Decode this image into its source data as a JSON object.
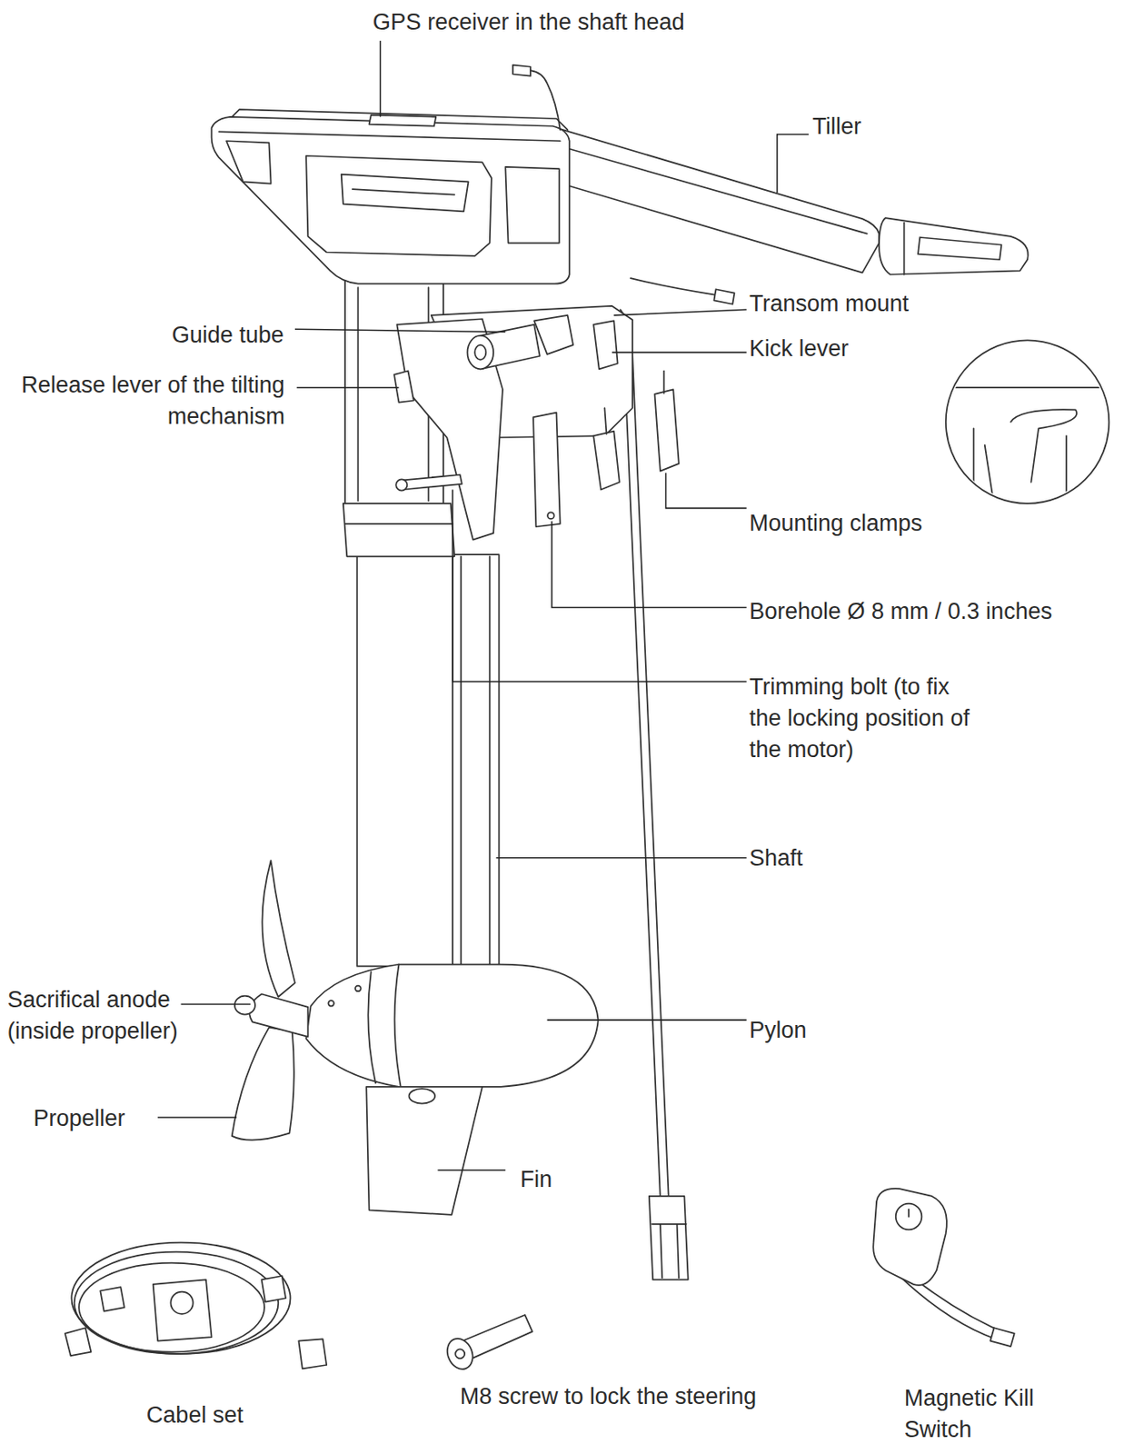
{
  "diagram": {
    "labels": [
      "GPS receiver in the shaft head",
      "Tiller",
      "Transom mount",
      "Guide tube",
      "Kick lever",
      "Release lever of the tilting mechanism",
      "Mounting clamps",
      "Borehole Ø 8 mm / 0.3 inches",
      "Trimming bolt (to fix the locking position of the motor)",
      "Shaft",
      "Sacrifical anode (inside propeller)",
      "Pylon",
      "Propeller",
      "Fin",
      "Cabel set",
      "M8 screw to lock the steering",
      "Magnetic Kill Switch"
    ]
  }
}
